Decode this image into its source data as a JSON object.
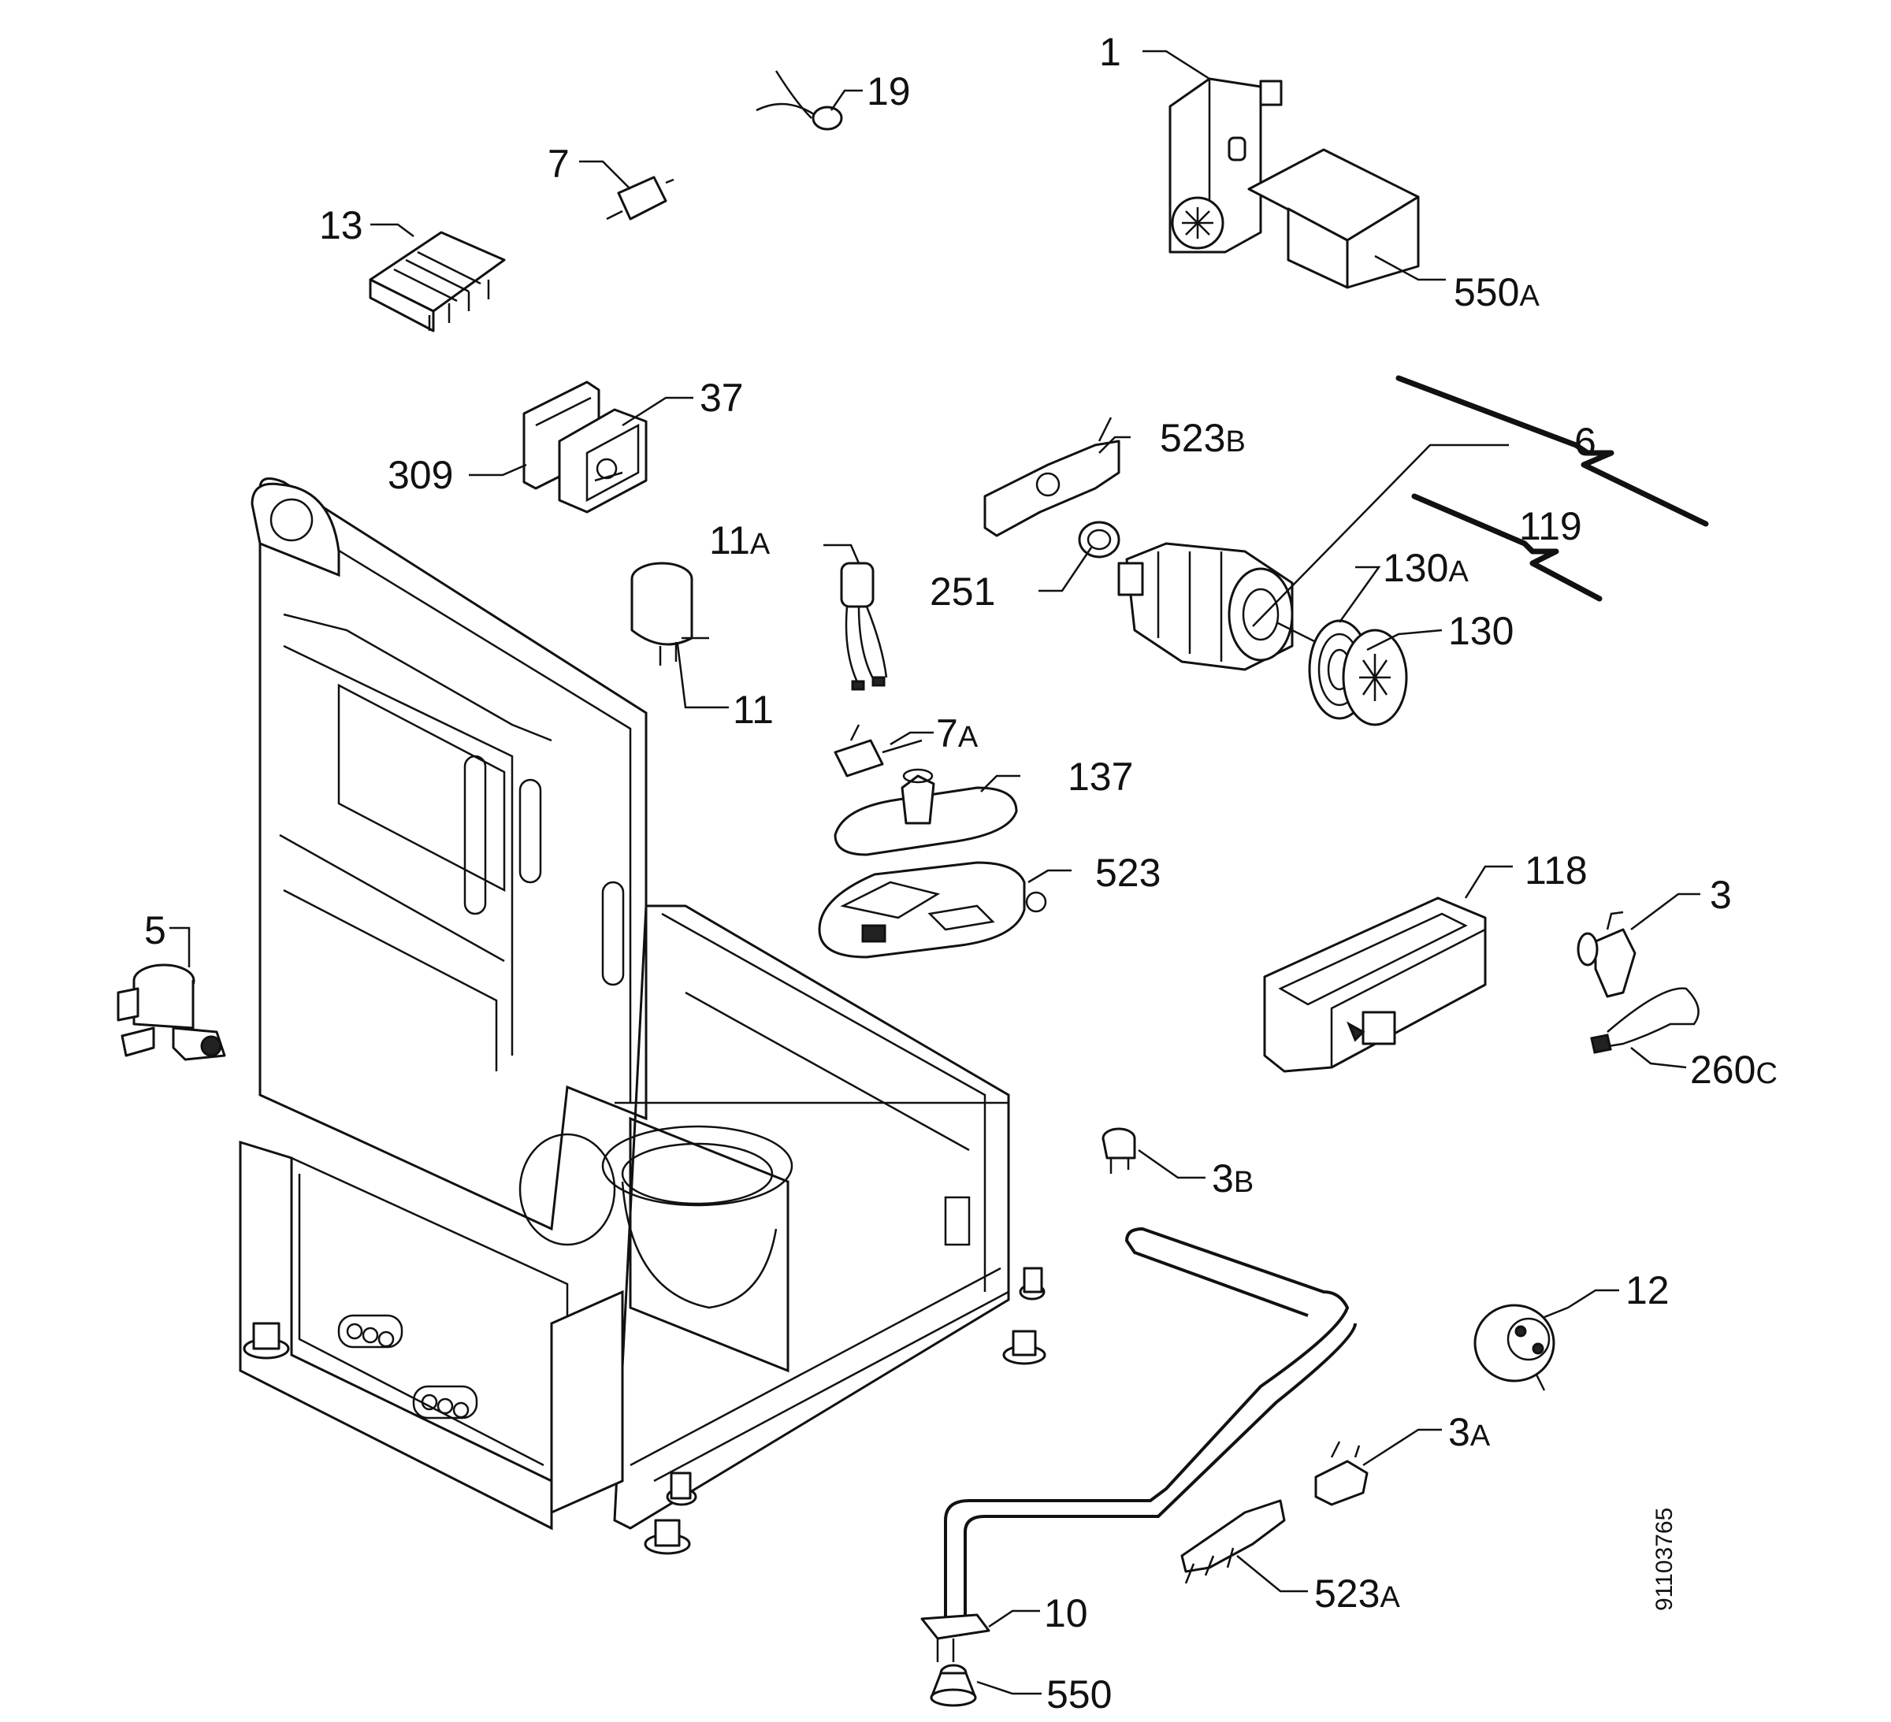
{
  "document_number": "91103765",
  "callouts": {
    "c1": {
      "num": "1",
      "sfx": ""
    },
    "c19": {
      "num": "19",
      "sfx": ""
    },
    "c7": {
      "num": "7",
      "sfx": ""
    },
    "c13": {
      "num": "13",
      "sfx": ""
    },
    "c550A": {
      "num": "550",
      "sfx": "A"
    },
    "c37": {
      "num": "37",
      "sfx": ""
    },
    "c309": {
      "num": "309",
      "sfx": ""
    },
    "c523B": {
      "num": "523",
      "sfx": "B"
    },
    "c6": {
      "num": "6",
      "sfx": ""
    },
    "c119": {
      "num": "119",
      "sfx": ""
    },
    "c11A": {
      "num": "11",
      "sfx": "A"
    },
    "c251": {
      "num": "251",
      "sfx": ""
    },
    "c130A": {
      "num": "130",
      "sfx": "A"
    },
    "c130": {
      "num": "130",
      "sfx": ""
    },
    "c11": {
      "num": "11",
      "sfx": ""
    },
    "c7A": {
      "num": "7",
      "sfx": "A"
    },
    "c137": {
      "num": "137",
      "sfx": ""
    },
    "c523": {
      "num": "523",
      "sfx": ""
    },
    "c118": {
      "num": "118",
      "sfx": ""
    },
    "c3": {
      "num": "3",
      "sfx": ""
    },
    "c5": {
      "num": "5",
      "sfx": ""
    },
    "c260C": {
      "num": "260",
      "sfx": "C"
    },
    "c3B": {
      "num": "3",
      "sfx": "B"
    },
    "c12": {
      "num": "12",
      "sfx": ""
    },
    "c3A": {
      "num": "3",
      "sfx": "A"
    },
    "c523A": {
      "num": "523",
      "sfx": "A"
    },
    "c10": {
      "num": "10",
      "sfx": ""
    },
    "c550": {
      "num": "550",
      "sfx": ""
    }
  }
}
